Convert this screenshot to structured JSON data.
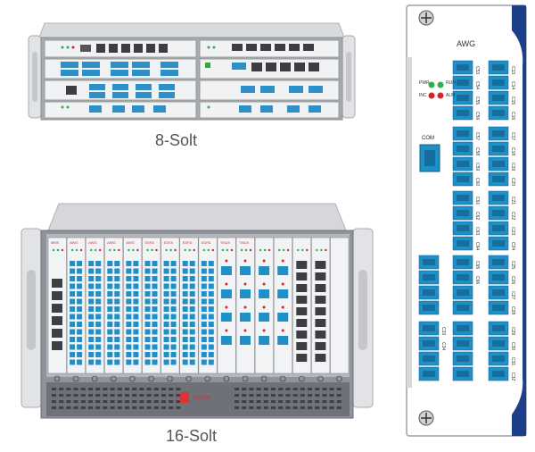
{
  "captions": {
    "eight_slot": "8-Solt",
    "sixteen_slot": "16-Solt"
  },
  "awg_card": {
    "title": "AWG",
    "com_label": "COM",
    "led_labels": [
      "PWR",
      "RUN",
      "INC",
      "ALM"
    ],
    "port_columns": [
      [
        "C53",
        "C54",
        "C55",
        "C56",
        "C57",
        "C58",
        "C59",
        "C60",
        "C61",
        "C62",
        "C63",
        "C64",
        "C65",
        "C66"
      ],
      [
        "C13",
        "C14",
        "C15",
        "C16",
        "C17",
        "C18",
        "C19",
        "C20",
        "C21",
        "C22",
        "C23",
        "C24",
        "C25",
        "C26",
        "C27",
        "C28",
        "C29",
        "C30",
        "C31",
        "C32",
        "C33",
        "C34"
      ]
    ],
    "led_colors": {
      "green": "#2bb24c",
      "red": "#d3262b"
    },
    "port_color": "#1f8fc7"
  },
  "chassis16": {
    "slot_labels": [
      "MMS",
      "AWG",
      "AWG",
      "AWG",
      "AWG",
      "EDFA",
      "EDFA",
      "EDFA",
      "EDFA",
      "TMUX",
      "TMUX"
    ],
    "brand": "光迅科技"
  }
}
